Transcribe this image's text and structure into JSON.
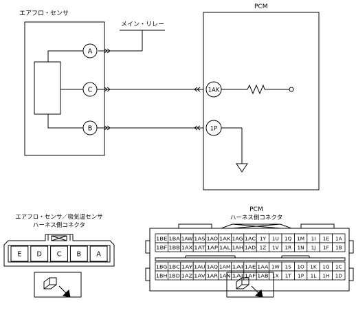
{
  "diagram": {
    "sensor_title": "エアフロ・センサ",
    "relay_label": "メイン・リレー",
    "pcm_title": "PCM",
    "sensor_pins": [
      "A",
      "C",
      "B"
    ],
    "pcm_pins": [
      "1AK",
      "1P"
    ]
  },
  "connector_left": {
    "title_line1": "エアフロ・センサ／吸気温センサ",
    "title_line2": "ハーネス側コネクタ",
    "pins": [
      "E",
      "D",
      "C",
      "B",
      "A"
    ]
  },
  "connector_right": {
    "title_line1": "PCM",
    "title_line2": "ハーネス側コネクタ",
    "top_rows": [
      [
        "1BE",
        "1BA",
        "1AW",
        "1AS",
        "1AO",
        "1AK",
        "1AG",
        "1AC",
        "1Y",
        "1U",
        "1Q",
        "1M",
        "1I",
        "1E",
        "1A"
      ],
      [
        "1BF",
        "1BB",
        "1AX",
        "1AT",
        "1AP",
        "1AL",
        "1AH",
        "1AD",
        "1Z",
        "1V",
        "1R",
        "1N",
        "1J",
        "1F",
        "1B"
      ]
    ],
    "bottom_rows": [
      [
        "1BG",
        "1BC",
        "1AY",
        "1AU",
        "1AQ",
        "1AM",
        "1AI",
        "1AE",
        "1AA",
        "1W",
        "1S",
        "1O",
        "1K",
        "1G",
        "1C"
      ],
      [
        "1BH",
        "1BD",
        "1AZ",
        "1AV",
        "1AR",
        "1AN",
        "1AJ",
        "1AF",
        "1AB",
        "1X",
        "1T",
        "1P",
        "1L",
        "1H",
        "1D"
      ]
    ]
  }
}
